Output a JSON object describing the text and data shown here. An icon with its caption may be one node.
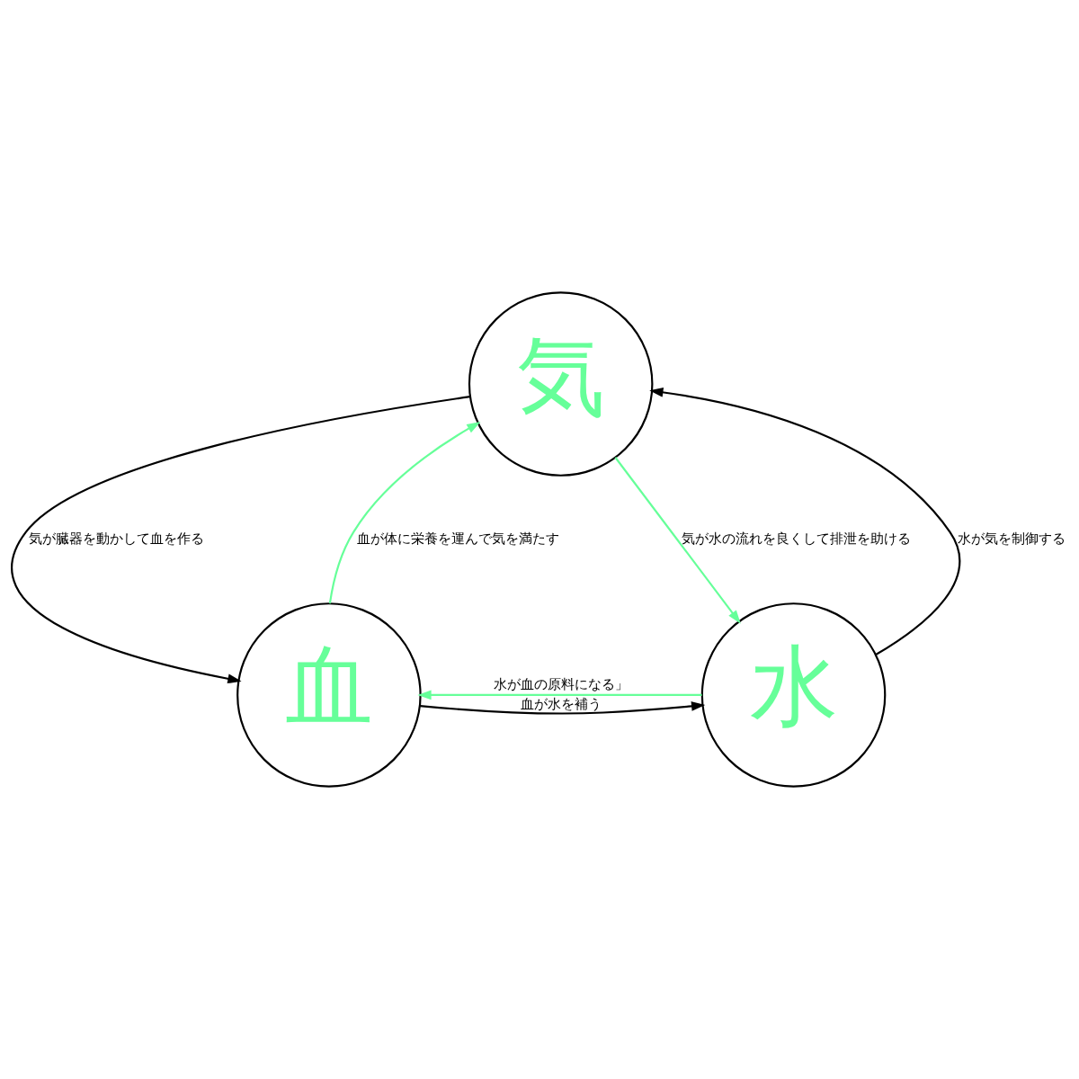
{
  "diagram": {
    "nodes": [
      {
        "text": [
          "気"
        ]
      },
      {
        "text": [
          "血"
        ]
      },
      {
        "text": [
          "水"
        ]
      }
    ],
    "edges": [
      {
        "from": 0,
        "to": 1,
        "arrow": "to",
        "label": "気が臓器を動かして血を作る"
      },
      {
        "from": 1,
        "to": 0,
        "arrow": "to",
        "label": "血が体に栄養を運んで気を満たす",
        "color": "#66ff99"
      },
      {
        "from": 0,
        "to": 2,
        "arrow": "to",
        "label": "気が水の流れを良くして排泄を助ける",
        "color": "#66ff99"
      },
      {
        "from": 2,
        "to": 0,
        "arrow": "to",
        "label": "水が気を制御する"
      },
      {
        "from": 1,
        "to": 2,
        "arrow": "to",
        "label": "血が水を補う"
      },
      {
        "from": 2,
        "to": 1,
        "arrow": "to",
        "label": "水が血の原料になる」",
        "color": "#66ff99"
      }
    ]
  }
}
